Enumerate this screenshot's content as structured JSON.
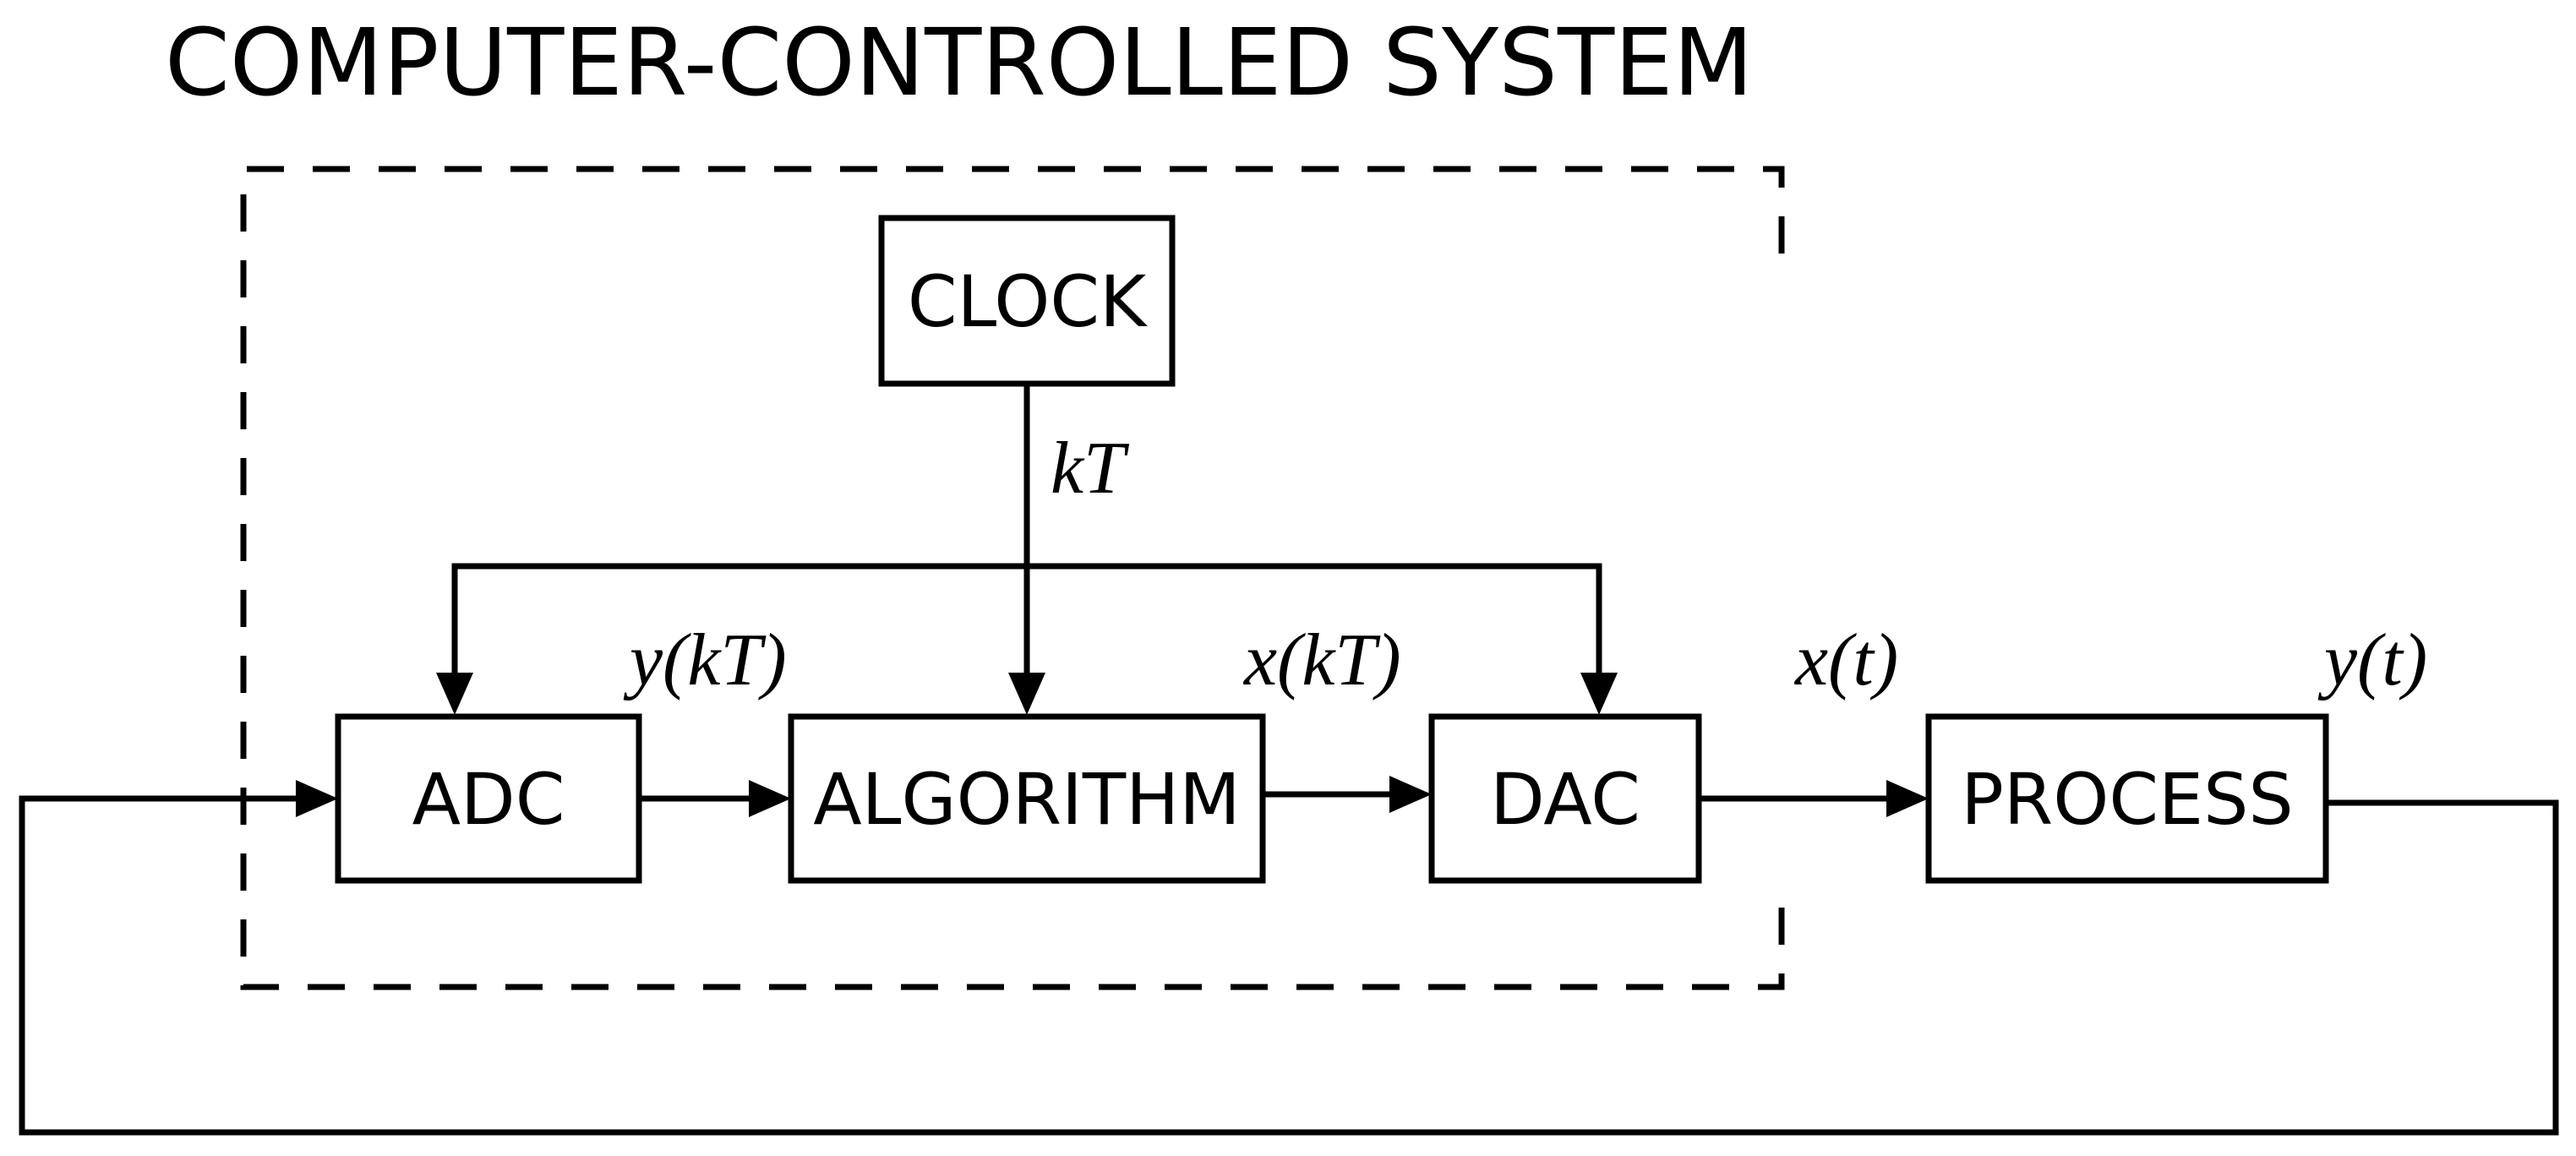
{
  "title": "COMPUTER-CONTROLLED SYSTEM",
  "blocks": {
    "clock": "CLOCK",
    "adc": "ADC",
    "algorithm": "ALGORITHM",
    "dac": "DAC",
    "process": "PROCESS"
  },
  "signals": {
    "clock_out": "kT",
    "adc_out": "y(kT)",
    "algorithm_out": "x(kT)",
    "dac_out": "x(t)",
    "process_out": "y(t)"
  }
}
